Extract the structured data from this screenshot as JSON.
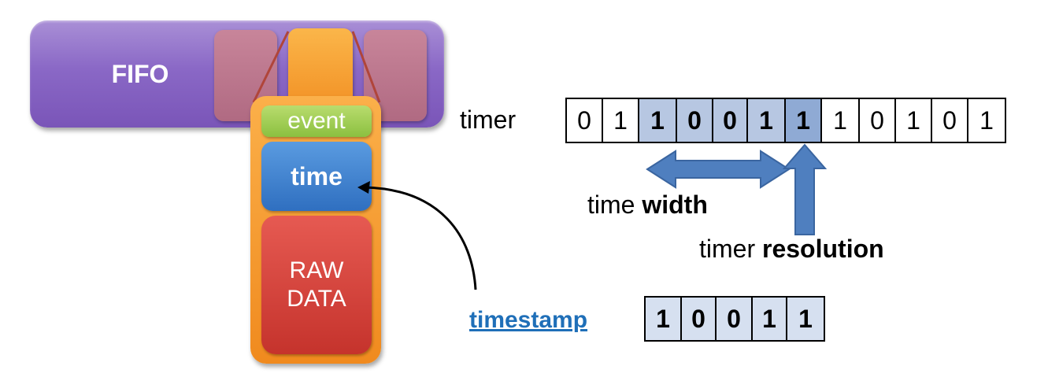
{
  "fifo": {
    "label": "FIFO"
  },
  "record": {
    "event_label": "event",
    "time_label": "time",
    "raw_label_line1": "RAW",
    "raw_label_line2": "DATA"
  },
  "timer": {
    "label": "timer",
    "bits": [
      "0",
      "1",
      "1",
      "0",
      "0",
      "1",
      "1",
      "1",
      "0",
      "1",
      "0",
      "1"
    ],
    "highlighted": [
      2,
      3,
      4,
      5
    ],
    "resolution_index": 6
  },
  "annotations": {
    "time_width_prefix": "time",
    "time_width_bold": "width",
    "timer_resolution_prefix": "timer",
    "timer_resolution_bold": "resolution"
  },
  "timestamp": {
    "label": "timestamp",
    "bits": [
      "1",
      "0",
      "0",
      "1",
      "1"
    ]
  },
  "colors": {
    "fifo": "#8a68c6",
    "slot": "#b06a82",
    "record": "#f08a1e",
    "event": "#8bc040",
    "time": "#2f6fc0",
    "raw": "#c5332c",
    "arrow": "#4f7fbf",
    "highlight": "#b7c7e2",
    "link": "#1f6fb8"
  }
}
